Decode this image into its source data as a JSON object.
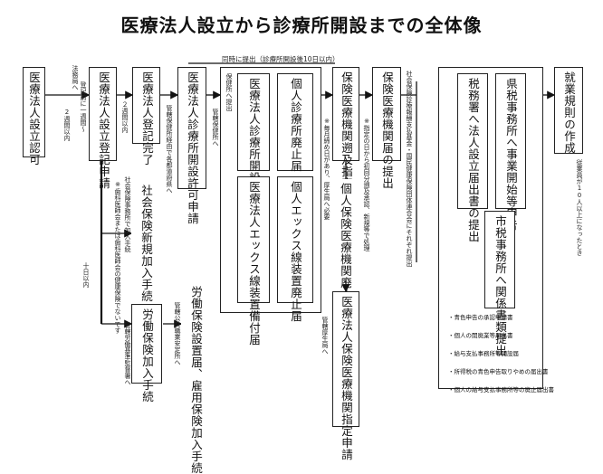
{
  "title": "医療法人設立から診療所開設までの全体像",
  "simultaneous_note": "同時に提出（診療所開設後10日以内）",
  "boxes": {
    "b1": "医療法人設立認可",
    "b2": "医療法人設立登記申請",
    "b3": "医療法人登記完了",
    "b4": "医療法人診療所開設許可申請",
    "b5a": "医療法人診療所開設届",
    "b5b": "医療法人エックス線装置備付届",
    "b6a": "個人診療所廃止届",
    "b6b": "個人エックス線装置廃止届",
    "b7": "保険医療機関遡及指定願",
    "b8": "個人保険医療機関廃止届",
    "b9": "医療法人保険医療機関指定申請",
    "b10": "保険医療機関届の提出",
    "b11a": "税務署へ法人設立届出書の提出",
    "b11b": "県税事務所へ事業開始等申告",
    "b11c": "市税事務所へ関係書類提出",
    "b12": "就業規則の作成",
    "b13": "社会保険新規加入手続",
    "b14": "労働保険加入手続",
    "b15": "労働保険設置届、雇用保険加入手続"
  },
  "notes": {
    "n_within2w_a": "法務局へ",
    "n_within2w_b": "2週間以内",
    "n_after1": "登記前に一週間〜",
    "n_2weeks": "２週間以内",
    "n_shinsa": "管轄保健所経由で各都道府県へ",
    "n_hokensho": "管轄保健所へ",
    "n_hokenjo2": "保健所へ提出",
    "n_monthend": "※毎月締め日があり、厚生局へ必要",
    "n_ninzu": "※指定の日から初回分遡及承認、新規等で処理",
    "n_kouseikyoku": "管轄厚生局へ",
    "n_shakai": "社会保険事務所で加入手続",
    "n_shika": "※歯科医師会または歯科医師会の健康保険でないです",
    "n_10days": "十日以内",
    "n_rodo": "管轄労働基準監督署へ",
    "n_shokugyo": "管轄公共職業安定所へ",
    "n_hokenkikan": "社会保険診療報酬支払基金・国民健康保険団体連合会にそれぞれ提出",
    "n_jugyoin": "従業員が10人以上になったとき"
  },
  "checklist": [
    "・青色申告の承認申請書",
    "・個人の開廃業等届出書",
    "・給与支払事務所等開設届",
    "・所得税の青色申告取りやめの届出書",
    "・個人の給与支払事務所等の廃止届出書"
  ]
}
